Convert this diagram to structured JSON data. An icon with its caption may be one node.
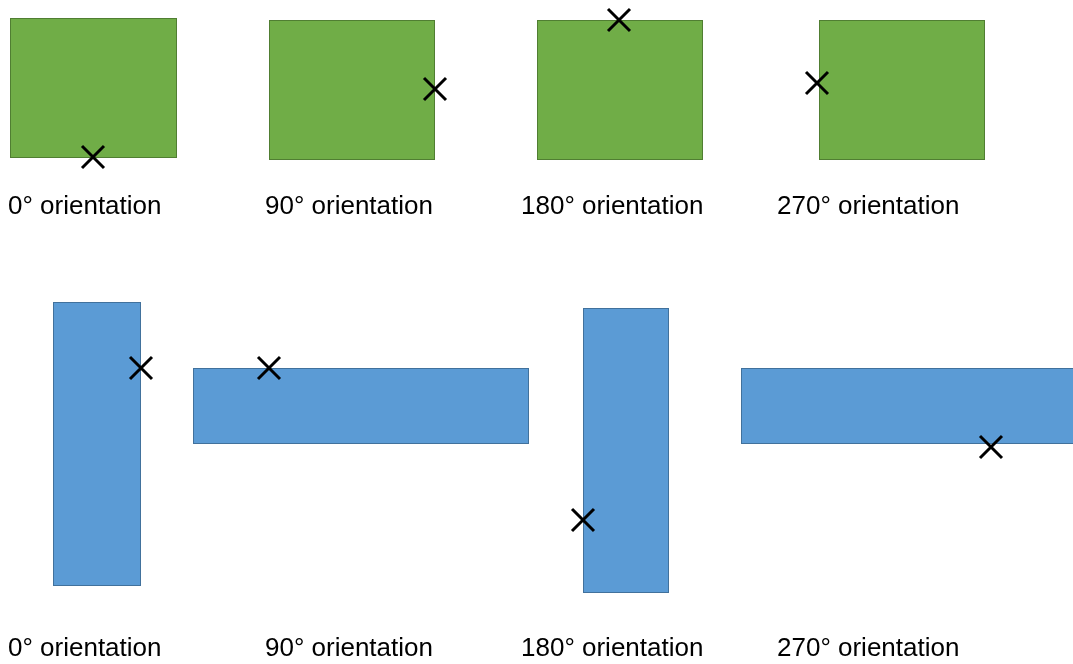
{
  "diagram": {
    "nodes": [
      {
        "text": [],
        "shape": "box"
      },
      {
        "text": [],
        "shape": "box"
      },
      {
        "text": [],
        "shape": "box"
      },
      {
        "text": [],
        "shape": "box"
      },
      {
        "text": [],
        "shape": "box"
      },
      {
        "text": [],
        "shape": "box"
      },
      {
        "text": [],
        "shape": "box"
      },
      {
        "text": [],
        "shape": "box"
      }
    ],
    "labels": [
      "0° orientation",
      "90° orientation",
      "180° orientation",
      "270° orientation",
      "0° orientation",
      "90° orientation",
      "180° orientation",
      "270° orientation"
    ]
  }
}
